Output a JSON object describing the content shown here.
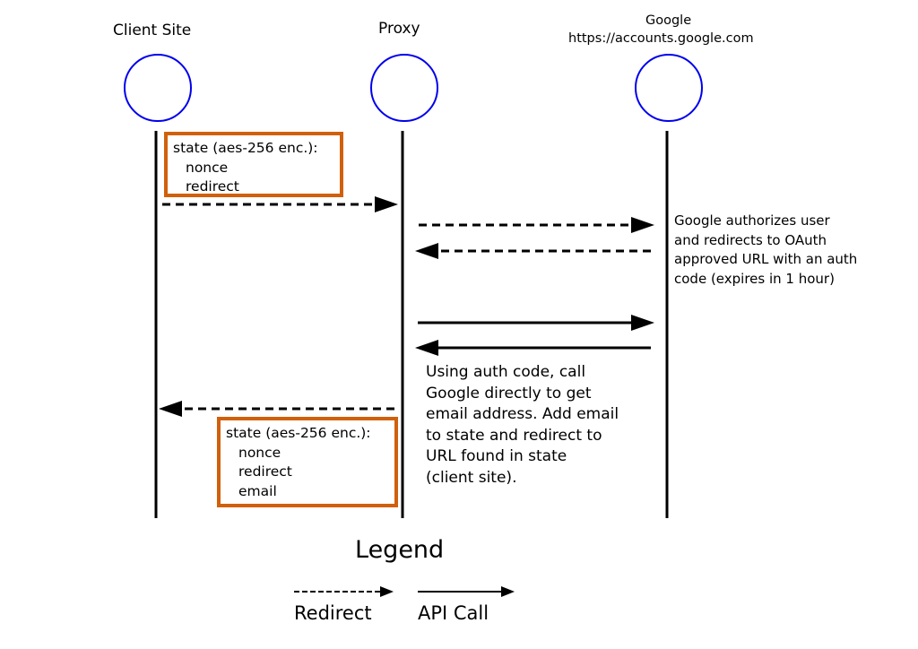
{
  "actors": {
    "client": {
      "name": "Client Site"
    },
    "proxy": {
      "name": "Proxy"
    },
    "google": {
      "name": "Google",
      "url": "https://accounts.google.com"
    }
  },
  "state_box_initial": {
    "title": "state (aes-256 enc.):",
    "fields": [
      "nonce",
      "redirect"
    ]
  },
  "state_box_final": {
    "title": "state (aes-256 enc.):",
    "fields": [
      "nonce",
      "redirect",
      "email"
    ]
  },
  "google_note": {
    "lines": [
      "Google authorizes user",
      "and redirects to OAuth",
      "approved URL with an auth",
      "code (expires in 1 hour)"
    ]
  },
  "proxy_note": {
    "lines": [
      "Using auth code, call",
      "Google directly to get",
      "email address. Add email",
      "to state and redirect to",
      "URL found in state",
      "(client site)."
    ]
  },
  "legend": {
    "title": "Legend",
    "redirect_label": "Redirect",
    "api_call_label": "API Call"
  },
  "colors": {
    "actor_circle": "#0000ee",
    "state_box_border": "#d0600b",
    "line": "#000000"
  }
}
